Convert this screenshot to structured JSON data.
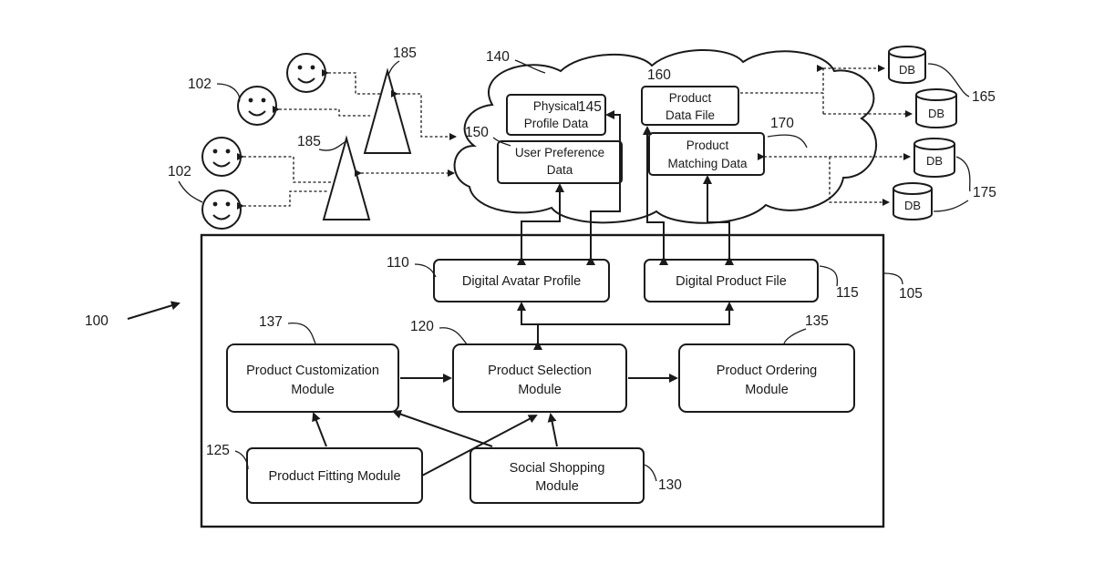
{
  "modules": {
    "digital_avatar_profile": "Digital Avatar Profile",
    "digital_product_file": "Digital Product File",
    "product_customization": [
      "Product Customization",
      "Module"
    ],
    "product_selection": [
      "Product Selection",
      "Module"
    ],
    "product_ordering": [
      "Product Ordering",
      "Module"
    ],
    "product_fitting": "Product Fitting Module",
    "social_shopping": [
      "Social Shopping",
      "Module"
    ]
  },
  "cloud": {
    "physical_profile_data": [
      "Physical",
      "Profile Data"
    ],
    "user_preference_data": [
      "User Preference",
      "Data"
    ],
    "product_data_file": [
      "Product",
      "Data File"
    ],
    "product_matching_data": [
      "Product",
      "Matching Data"
    ]
  },
  "databases": [
    "DB",
    "DB",
    "DB",
    "DB"
  ],
  "refs": {
    "system": "100",
    "users_a": "102",
    "users_b": "102",
    "container": "105",
    "avatar_profile": "110",
    "product_file": "115",
    "product_selection": "120",
    "fitting": "125",
    "social": "130",
    "ordering": "135",
    "customization": "137",
    "cloud": "140",
    "physical_profile": "145",
    "user_preference": "150",
    "product_data_file": "160",
    "db_group_top": "165",
    "product_matching": "170",
    "db_group_bottom": "175",
    "tower_top": "185",
    "tower_bottom": "185"
  }
}
